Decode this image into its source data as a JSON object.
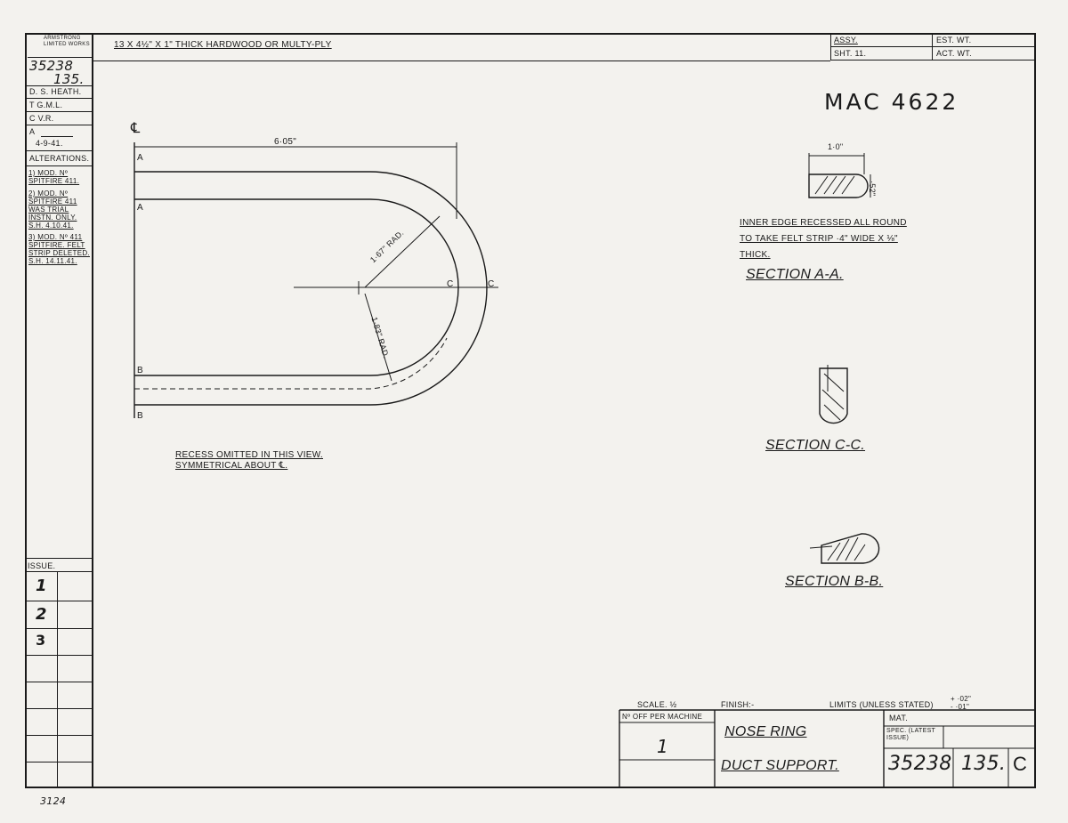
{
  "material_note": "13 X 4½\" X 1\" THICK HARDWOOD OR MULTY-PLY",
  "logo_text": "ARMSTRONG LIMITED WORKS",
  "drawing_no": "35238",
  "sheet_sub": "135.",
  "signatures": {
    "drawn": "D. S. HEATH.",
    "traced": "T G.M.L.",
    "checked": "C V.R.",
    "approved": "A",
    "date": "4-9-41."
  },
  "alterations": {
    "heading": "ALTERATIONS.",
    "items": [
      "1) MOD. Nº SPITFIRE 411.",
      "2) MOD. Nº SPITFIRE 411 WAS TRIAL INSTN. ONLY. S.H. 4.10.41.",
      "3) MOD. Nº 411 SPITFIRE. FELT STRIP DELETED. S.H. 14.11.41."
    ]
  },
  "issue": {
    "heading": "ISSUE.",
    "marks": [
      "1",
      "2",
      "3"
    ]
  },
  "top_right": {
    "assy": "ASSY.",
    "sheet": "SHT. 11.",
    "est_wt": "EST. WT.",
    "act_wt": "ACT. WT."
  },
  "mac_number": "MAC 4622",
  "main_view": {
    "centre_mark": "℄",
    "dimension": "6·05\"",
    "radius_outer": "1·83\" RAD.",
    "radius_inner": "1·67\" RAD.",
    "label_a": "A",
    "label_b": "B",
    "label_c": "C"
  },
  "notes": [
    "RECESS OMITTED IN THIS VIEW.",
    "SYMMETRICAL ABOUT ℄."
  ],
  "section_aa": {
    "width": "1·0\"",
    "height": "·52\"",
    "note": [
      "INNER EDGE RECESSED ALL ROUND",
      "TO TAKE FELT STRIP ·4\" WIDE X ⅛\"",
      "THICK."
    ],
    "title": "SECTION A-A."
  },
  "section_cc": {
    "title": "SECTION C-C."
  },
  "section_bb": {
    "title": "SECTION B-B."
  },
  "title_block": {
    "scale": "SCALE. ½",
    "finish": "FINISH:-",
    "limits": "LIMITS (UNLESS STATED)",
    "tolerance_plus": "+ ·02\"",
    "tolerance_minus": "- ·01\"",
    "no_off_label": "Nº OFF PER MACHINE",
    "no_off_value": "1",
    "title_line1": "NOSE RING",
    "title_line2": "DUCT SUPPORT.",
    "mat": "MAT.",
    "spec": "SPEC. (LATEST ISSUE)",
    "part_no": "35238",
    "part_sub": "135.",
    "issue_letter": "C"
  },
  "corner_note": "3124"
}
